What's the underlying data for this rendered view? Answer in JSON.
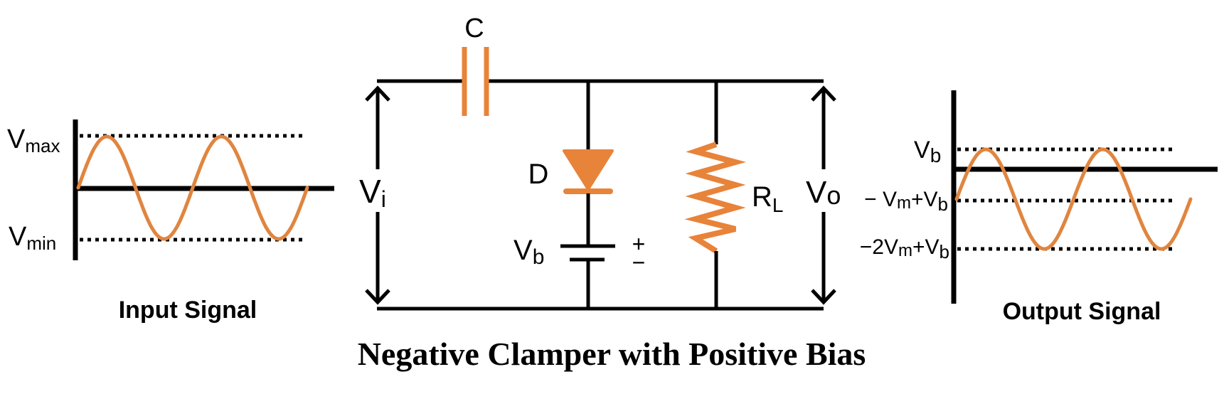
{
  "title": "Negative Clamper with Positive Bias",
  "colors": {
    "component": "#E8833A",
    "waveform": "#E0853F",
    "wire": "#000000",
    "background": "#FFFFFF"
  },
  "input_signal": {
    "caption": "Input Signal",
    "labels": {
      "vmax": {
        "base": "V",
        "sub": "max"
      },
      "vmin": {
        "base": "V",
        "sub": "min"
      }
    },
    "cycles": 2,
    "levels": {
      "max": 1,
      "zero": 0,
      "min": -1
    }
  },
  "circuit": {
    "capacitor": {
      "label": "C"
    },
    "diode": {
      "label": "D"
    },
    "battery": {
      "base": "V",
      "sub": "b",
      "plus": "+",
      "minus": "−"
    },
    "resistor": {
      "base": "R",
      "sub": "L"
    },
    "input_voltage": {
      "base": "V",
      "sub": "i"
    },
    "output_voltage": {
      "base": "V",
      "sub": "o"
    }
  },
  "output_signal": {
    "caption": "Output Signal",
    "labels": {
      "top": {
        "base": "V",
        "sub": "b"
      },
      "mid": {
        "prefix": "− V",
        "sub": "m",
        "suffix": "+V",
        "sub2": "b"
      },
      "bottom": {
        "prefix": "−2V",
        "sub": "m",
        "suffix": "+V",
        "sub2": "b"
      }
    },
    "cycles": 2,
    "levels": {
      "top": "Vb",
      "mid": "-Vm+Vb",
      "bottom": "-2Vm+Vb"
    }
  }
}
